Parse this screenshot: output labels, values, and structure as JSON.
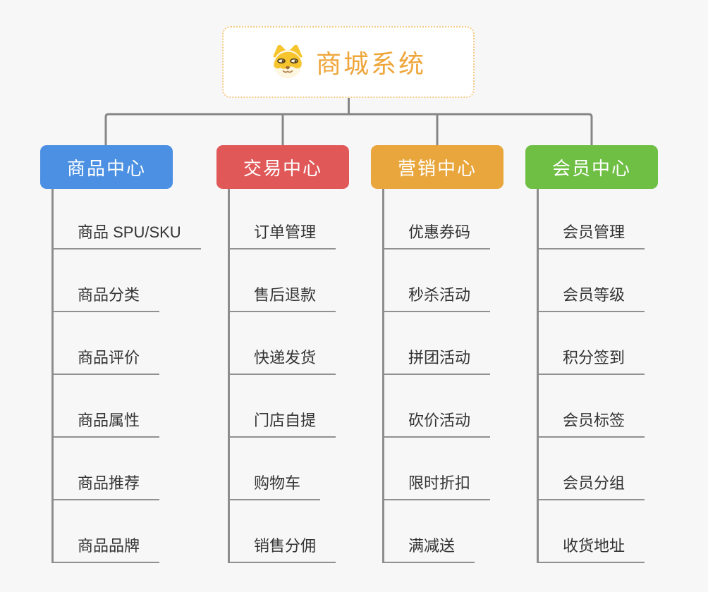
{
  "root": {
    "title": "商城系统",
    "icon": "dog-face-icon",
    "title_color": "#efa63b",
    "border_color": "#f3c87f"
  },
  "connector_color": "#868686",
  "leaf_line_color": "#919191",
  "leaf_text_color": "#333333",
  "background_color": "#f7f7f8",
  "branches": [
    {
      "label": "商品中心",
      "color": "#4b90e2",
      "children": [
        "商品 SPU/SKU",
        "商品分类",
        "商品评价",
        "商品属性",
        "商品推荐",
        "商品品牌"
      ]
    },
    {
      "label": "交易中心",
      "color": "#e05858",
      "children": [
        "订单管理",
        "售后退款",
        "快递发货",
        "门店自提",
        "购物车",
        "销售分佣"
      ]
    },
    {
      "label": "营销中心",
      "color": "#e8a63c",
      "children": [
        "优惠券码",
        "秒杀活动",
        "拼团活动",
        "砍价活动",
        "限时折扣",
        "满减送"
      ]
    },
    {
      "label": "会员中心",
      "color": "#6fbf44",
      "children": [
        "会员管理",
        "会员等级",
        "积分签到",
        "会员标签",
        "会员分组",
        "收货地址"
      ]
    }
  ]
}
